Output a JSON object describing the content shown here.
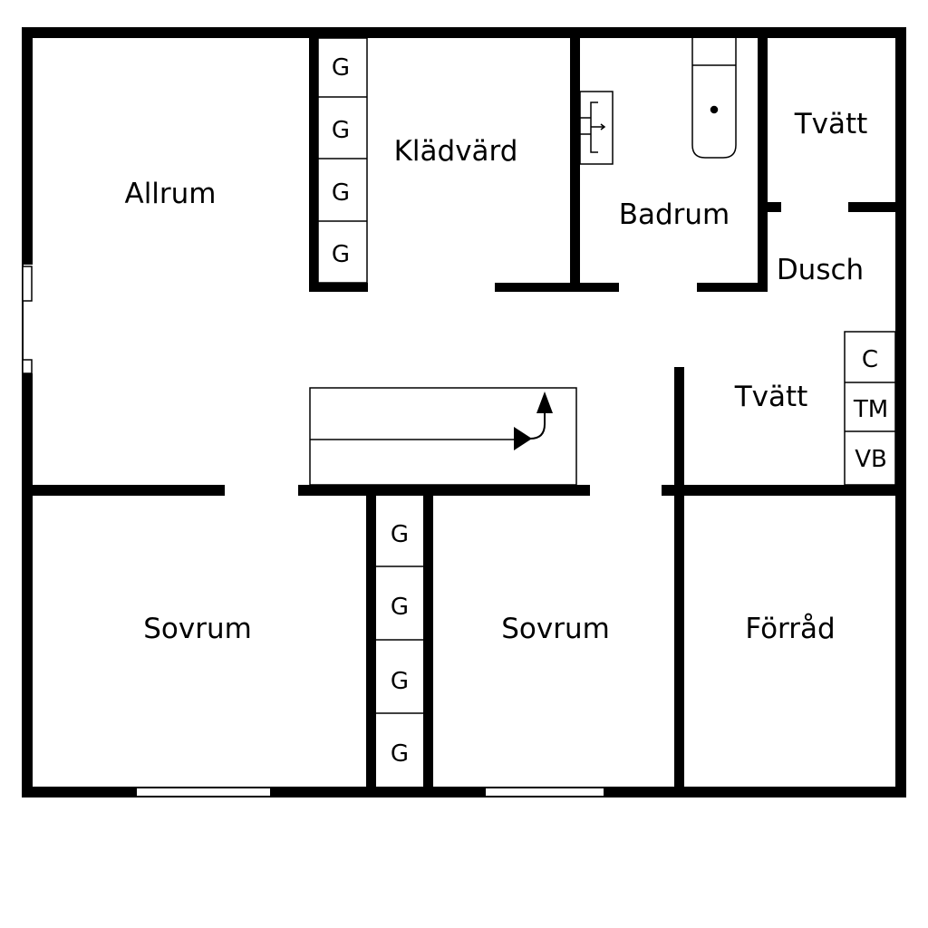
{
  "rooms": {
    "allrum": "Allrum",
    "kladvard": "Klädvärd",
    "badrum": "Badrum",
    "tvatt_top": "Tvätt",
    "dusch": "Dusch",
    "tvatt_mid": "Tvätt",
    "sovrum_left": "Sovrum",
    "sovrum_mid": "Sovrum",
    "forrad": "Förråd"
  },
  "closets_top": [
    "G",
    "G",
    "G",
    "G"
  ],
  "closets_bottom": [
    "G",
    "G",
    "G",
    "G"
  ],
  "laundry_units": [
    "C",
    "TM",
    "VB"
  ],
  "colors": {
    "wall": "#000000",
    "background": "#ffffff"
  }
}
